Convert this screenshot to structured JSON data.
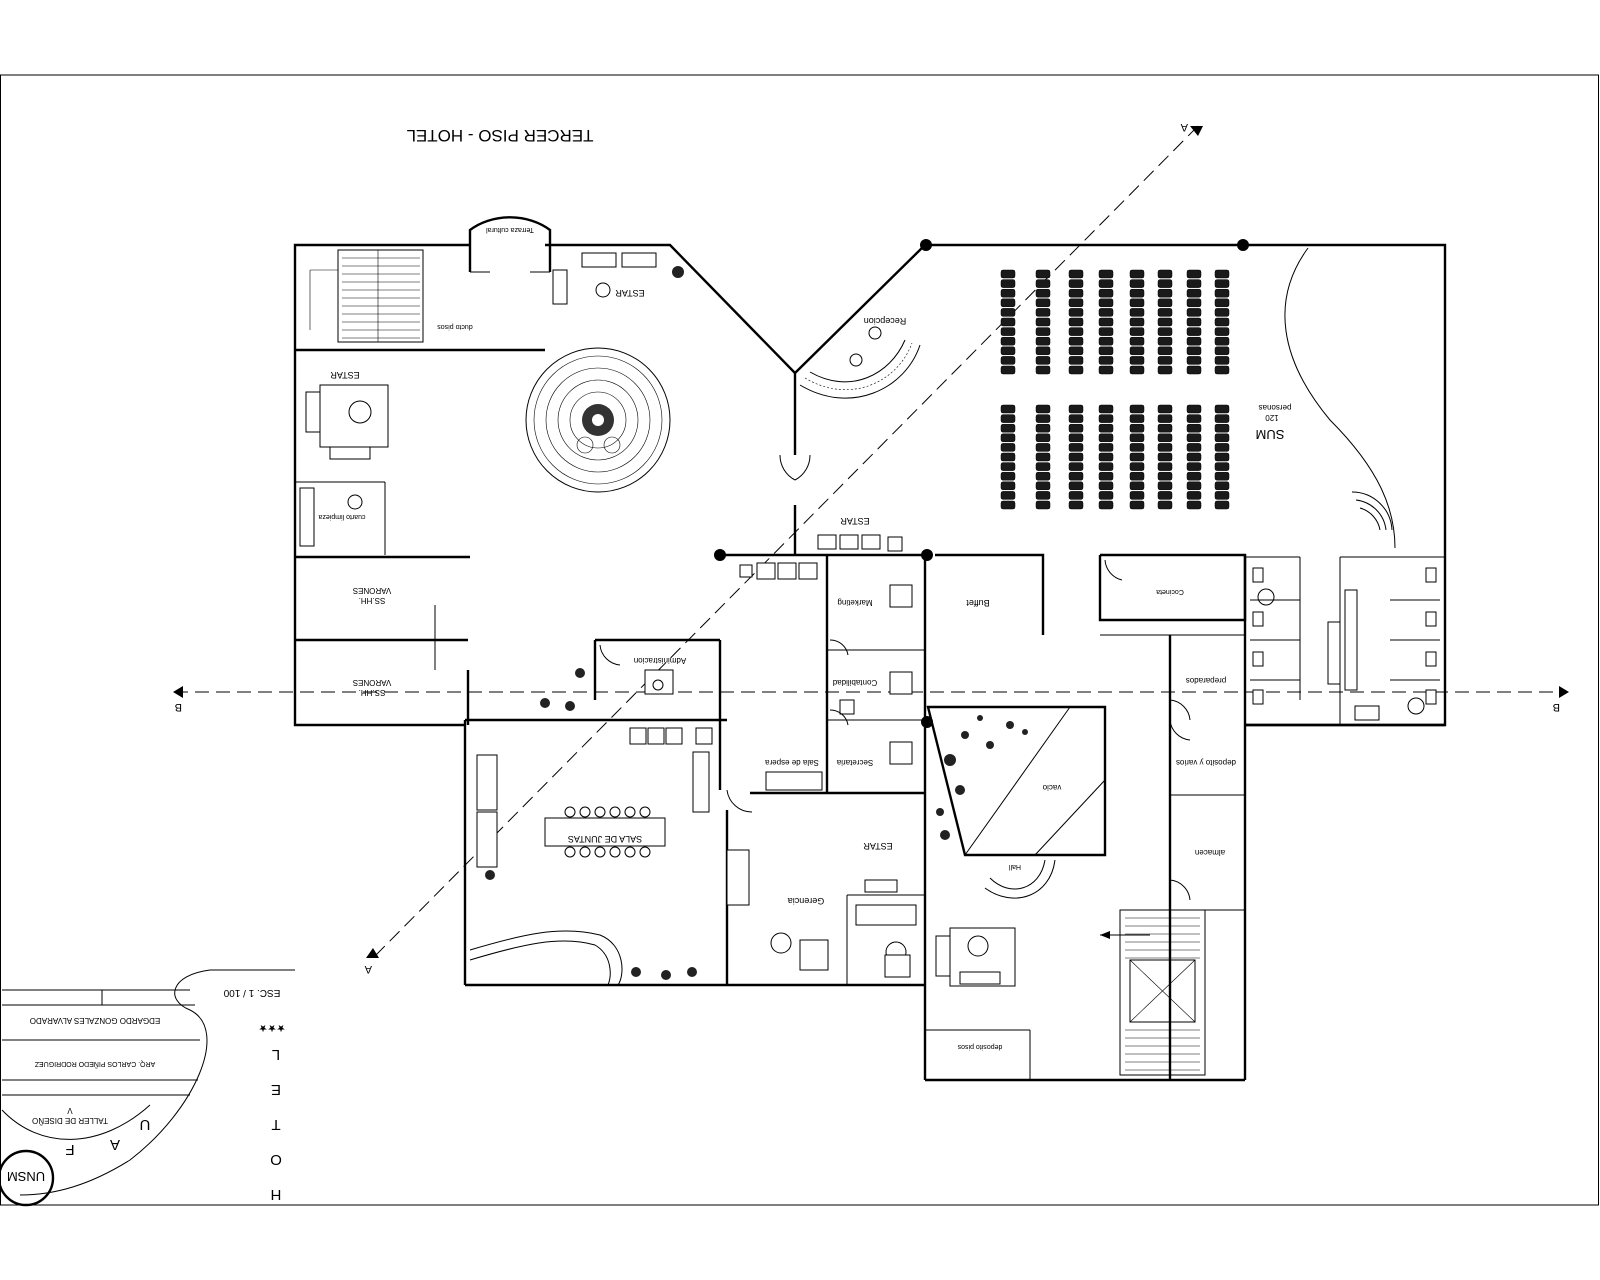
{
  "title": "TERCER PISO - HOTEL",
  "section_marks": {
    "a_top": "A",
    "a_bottom": "A",
    "b_left": "B",
    "b_right": "B"
  },
  "rooms": {
    "sum": "SUM",
    "sum_capacity": "120",
    "sum_sub": "personas",
    "recepcion": "Recepcion",
    "estar_top": "ESTAR",
    "estar_left": "ESTAR",
    "estar_mid": "ESTAR",
    "estar_right": "ESTAR",
    "ss_hh_1": "SS.HH.",
    "ss_hh_1_sub": "VARONES",
    "ss_hh_2": "SS.HH.",
    "ss_hh_2_sub": "VARONES",
    "buffet": "Buffet",
    "administracion": "Administracion",
    "marketing": "Marketing",
    "contabilidad": "Contabilidad",
    "secretaria": "Secretaria",
    "sala_espera": "Sala de espera",
    "sala_juntas": "SALA DE JUNTAS",
    "gerencia": "Gerencia",
    "preparados": "preparados",
    "deposito": "deposito y varios",
    "almacen": "almacen",
    "vacio": "vacio",
    "cuarto_limpieza": "cuarto limpieza",
    "ducto": "ducto pisos",
    "deposito_pisos": "deposito pisos",
    "terraza": "Terraza cultural",
    "cocina": "Cocineta",
    "hall": "Hall"
  },
  "title_block": {
    "university": "UNSM",
    "faculty_letters": [
      "F",
      "A",
      "U"
    ],
    "course": "TALLER DE DISEÑO",
    "course_roman": "V",
    "professor": "ARQ. CARLOS PIÑEDO RODRIGUEZ",
    "student": "EDGARDO GONZALES ALVARADO",
    "scale": "ESC. 1 / 100",
    "project_letters": [
      "H",
      "O",
      "T",
      "E",
      "L"
    ],
    "stars": "★★★"
  }
}
